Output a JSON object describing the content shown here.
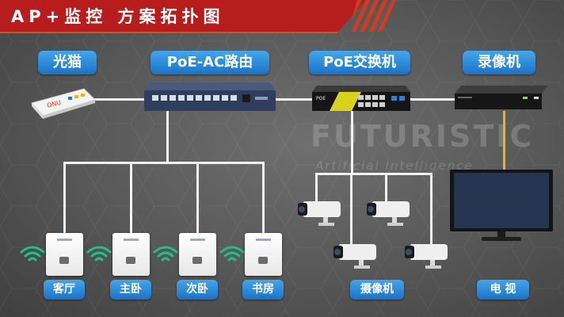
{
  "title": "AP+监控  方案拓扑图",
  "devices": {
    "modem": "光猫",
    "router": "PoE-AC路由",
    "switch": "PoE交换机",
    "nvr": "录像机"
  },
  "rooms": [
    "客厅",
    "主卧",
    "次卧",
    "书房"
  ],
  "cameras_label": "摄像机",
  "tv_label": "电  视",
  "watermark": {
    "main": "FUTURISTIC",
    "sub": "Artificial Intelligence"
  },
  "colors": {
    "title_bar": "#b81d1d",
    "label_blue": "#2a86d9",
    "wifi_green": "#1fbf87",
    "fiber": "#f0b020"
  }
}
